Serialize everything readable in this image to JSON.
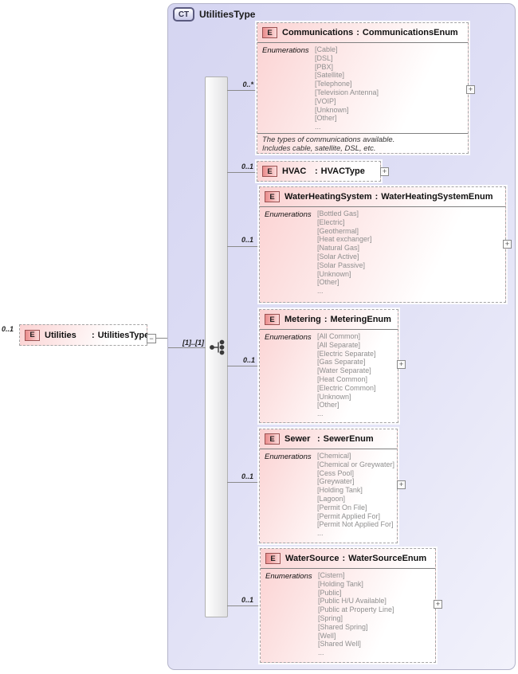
{
  "labels": {
    "enumerations": "Enumerations",
    "colon": ":",
    "expand": "+",
    "collapse": "−"
  },
  "container": {
    "badge": "CT",
    "title": "UtilitiesType"
  },
  "root": {
    "badge": "E",
    "cardinality": "0..1",
    "name": "Utilities",
    "type": "UtilitiesType"
  },
  "sequence": {
    "cardinality": "[1]..[1]"
  },
  "children": [
    {
      "badge": "E",
      "cardinality": "0..*",
      "name": "Communications",
      "type": "CommunicationsEnum",
      "enumerations": [
        "[Cable]",
        "[DSL]",
        "[PBX]",
        "[Satellite]",
        "[Telephone]",
        "[Television Antenna]",
        "[VOIP]",
        "[Unknown]",
        "[Other]",
        "..."
      ],
      "annotation": [
        "The types of communications available.",
        "Includes cable, satellite, DSL, etc."
      ]
    },
    {
      "badge": "E",
      "cardinality": "0..1",
      "name": "HVAC",
      "type": "HVACType"
    },
    {
      "badge": "E",
      "cardinality": "0..1",
      "name": "WaterHeatingSystem",
      "type": "WaterHeatingSystemEnum",
      "enumerations": [
        "[Bottled Gas]",
        "[Electric]",
        "[Geothermal]",
        "[Heat exchanger]",
        "[Natural Gas]",
        "[Solar Active]",
        "[Solar Passive]",
        "[Unknown]",
        "[Other]",
        "..."
      ]
    },
    {
      "badge": "E",
      "cardinality": "0..1",
      "name": "Metering",
      "type": "MeteringEnum",
      "enumerations": [
        "[All Common]",
        "[All Separate]",
        "[Electric Separate]",
        "[Gas Separate]",
        "[Water Separate]",
        "[Heat Common]",
        "[Electric Common]",
        "[Unknown]",
        "[Other]",
        "..."
      ]
    },
    {
      "badge": "E",
      "cardinality": "0..1",
      "name": "Sewer",
      "type": "SewerEnum",
      "enumerations": [
        "[Chemical]",
        "[Chemical or Greywater]",
        "[Cess Pool]",
        "[Greywater]",
        "[Holding Tank]",
        "[Lagoon]",
        "[Permit On File]",
        "[Permit Applied For]",
        "[Permit Not Applied For]",
        "..."
      ]
    },
    {
      "badge": "E",
      "cardinality": "0..1",
      "name": "WaterSource",
      "type": "WaterSourceEnum",
      "enumerations": [
        "[Cistern]",
        "[Holding Tank]",
        "[Public]",
        "[Public H/U Available]",
        "[Public at Property Line]",
        "[Spring]",
        "[Shared Spring]",
        "[Well]",
        "[Shared Well]",
        "..."
      ]
    }
  ]
}
